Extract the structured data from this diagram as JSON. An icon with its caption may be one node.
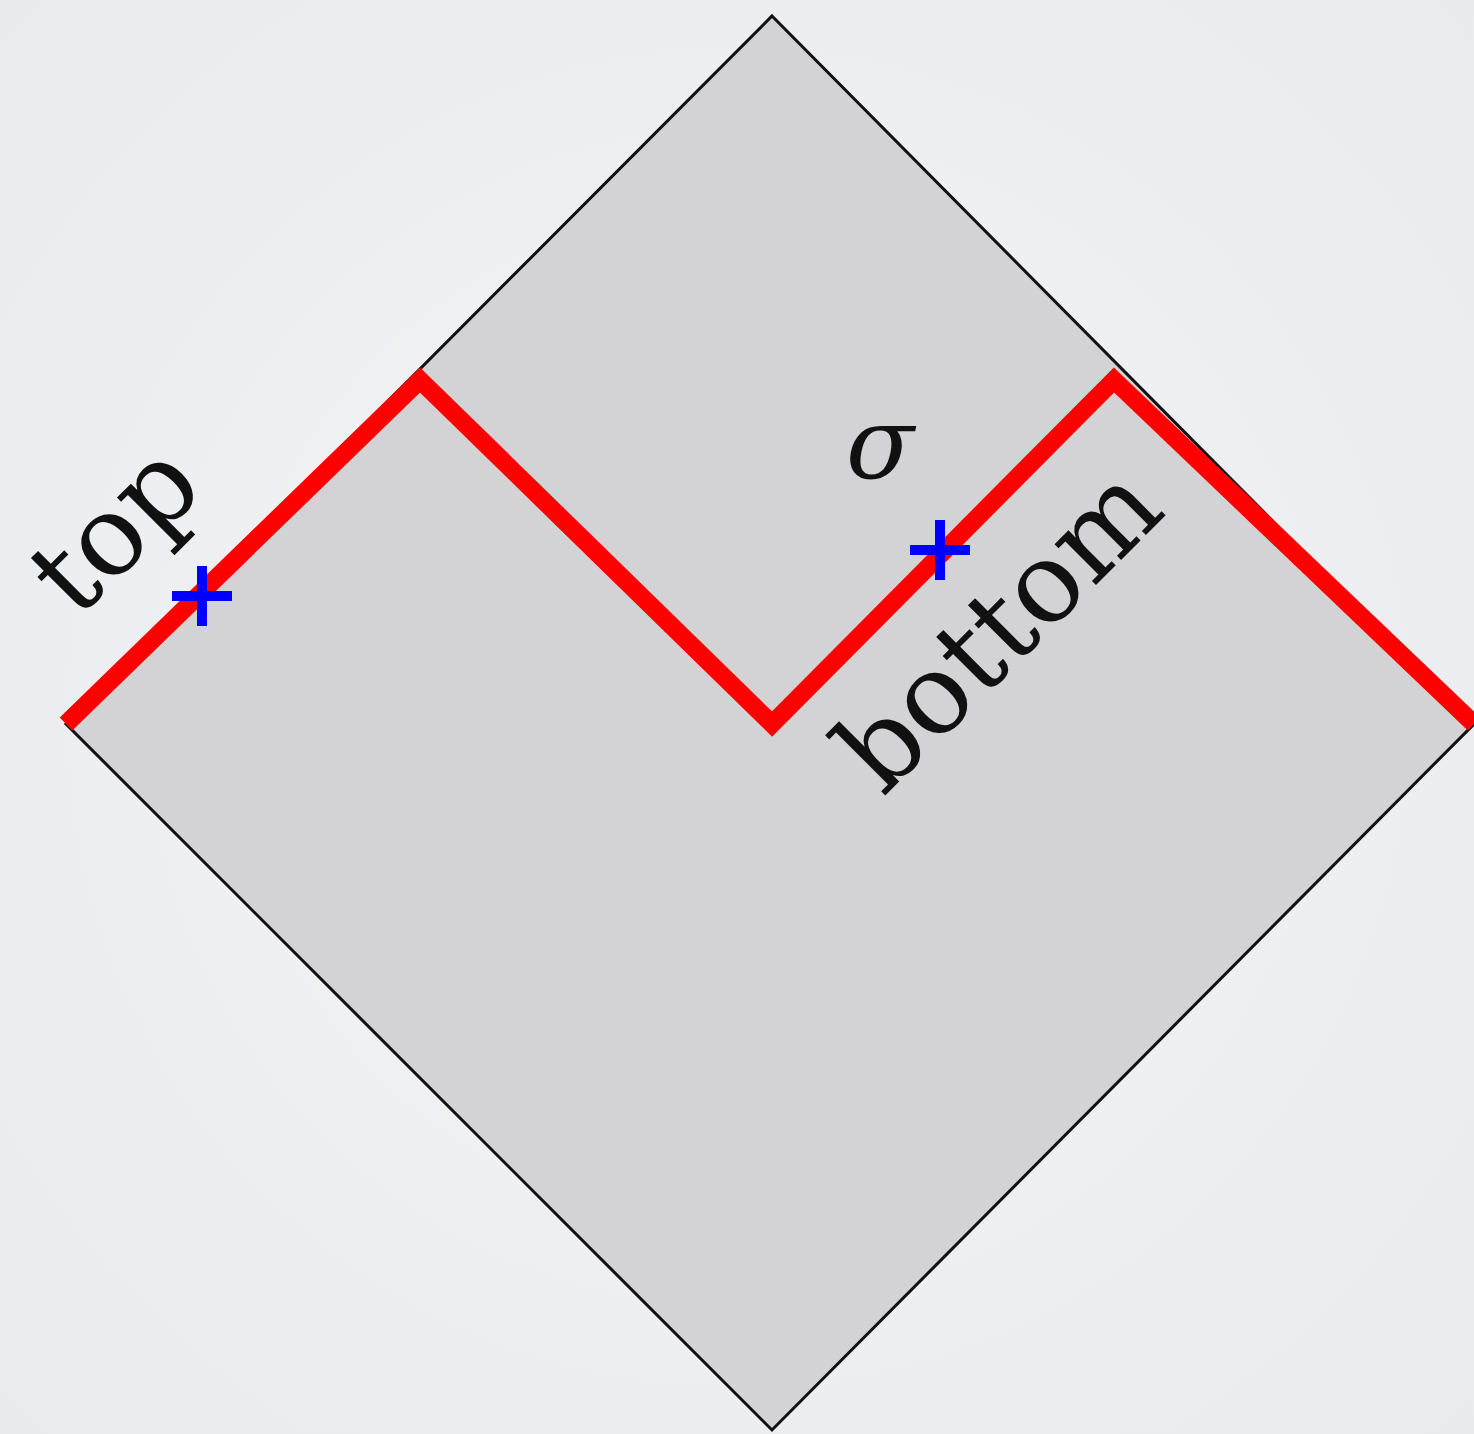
{
  "diagram": {
    "labels": [
      "top",
      "σ",
      "bottom"
    ]
  }
}
